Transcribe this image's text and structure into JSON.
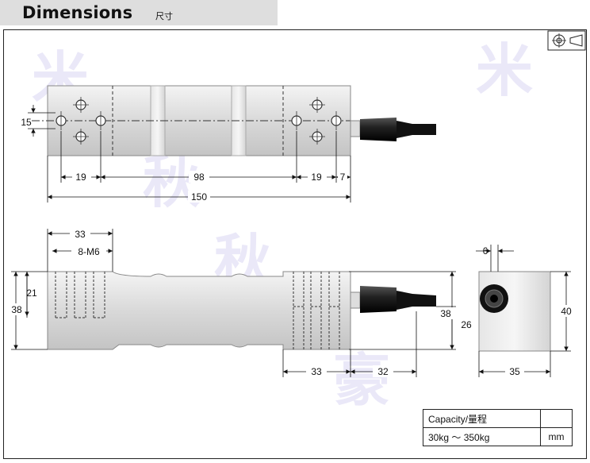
{
  "header": {
    "title": "Dimensions",
    "subtitle": "尺寸"
  },
  "symbol": {
    "name": "first-angle-projection-icon"
  },
  "top_view": {
    "dims": {
      "d15": "15",
      "d19a": "19",
      "d98": "98",
      "d19b": "19",
      "d7": "7",
      "d150": "150"
    }
  },
  "front_view": {
    "dims": {
      "d33top": "33",
      "thread": "8-M6",
      "d21": "21",
      "d38l": "38",
      "d38r": "38",
      "d26": "26",
      "d33bot": "33",
      "d32": "32"
    }
  },
  "side_view": {
    "dims": {
      "d6": "6",
      "d40": "40",
      "d35": "35"
    }
  },
  "spec_table": {
    "capacity_label": "Capacity/量程",
    "capacity_value": "30kg ～ 350kg",
    "unit": "mm"
  }
}
